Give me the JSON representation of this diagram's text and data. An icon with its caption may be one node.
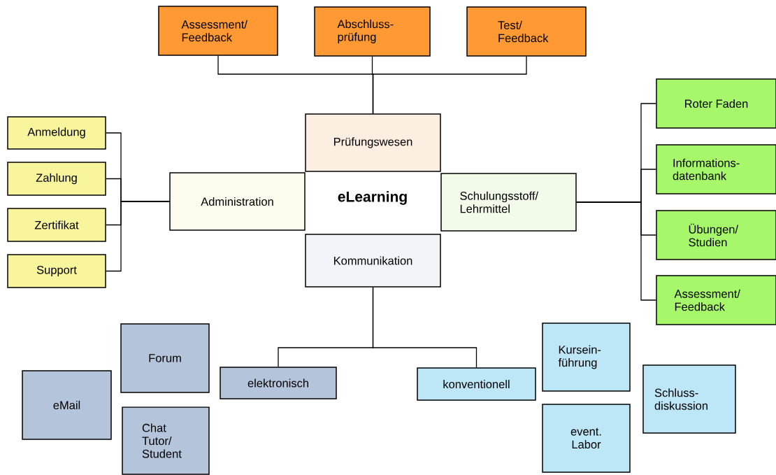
{
  "diagram": {
    "nodes": [
      {
        "text": [
          "Assessment/ Feedback"
        ]
      },
      {
        "text": [
          "Abschluss- prüfung"
        ]
      },
      {
        "text": [
          "Test/ Feedback"
        ]
      },
      {
        "text": [
          "Prüfungswesen"
        ]
      },
      {
        "text": [
          "Administration"
        ]
      },
      {
        "text": [
          "Schulungsstoff/ Lehrmittel"
        ]
      },
      {
        "text": [
          "Kommunikation"
        ]
      },
      {
        "text": [
          "Anmeldung"
        ]
      },
      {
        "text": [
          "Zahlung"
        ]
      },
      {
        "text": [
          "Zertifikat"
        ]
      },
      {
        "text": [
          "Support"
        ]
      },
      {
        "text": [
          "Roter Faden"
        ]
      },
      {
        "text": [
          "Informations- datenbank"
        ]
      },
      {
        "text": [
          "Übungen/ Studien"
        ]
      },
      {
        "text": [
          "Assessment/ Feedback"
        ]
      },
      {
        "text": [
          "elektronisch"
        ]
      },
      {
        "text": [
          "konventionell"
        ]
      },
      {
        "text": [
          "Forum"
        ]
      },
      {
        "text": [
          "eMail"
        ]
      },
      {
        "text": [
          "Chat Tutor/ Student"
        ]
      },
      {
        "text": [
          "Kursein- führung"
        ]
      },
      {
        "text": [
          "event. Labor"
        ]
      },
      {
        "text": [
          "Schluss- diskussion"
        ]
      }
    ],
    "edges": [
      {
        "from": 3,
        "to": 0,
        "arrow": "none"
      },
      {
        "from": 3,
        "to": 1,
        "arrow": "none"
      },
      {
        "from": 3,
        "to": 2,
        "arrow": "none"
      },
      {
        "from": 7,
        "to": 4,
        "arrow": "none"
      },
      {
        "from": 8,
        "to": 4,
        "arrow": "none"
      },
      {
        "from": 9,
        "to": 4,
        "arrow": "none"
      },
      {
        "from": 10,
        "to": 4,
        "arrow": "none"
      },
      {
        "from": 5,
        "to": 11,
        "arrow": "none"
      },
      {
        "from": 5,
        "to": 12,
        "arrow": "none"
      },
      {
        "from": 5,
        "to": 13,
        "arrow": "none"
      },
      {
        "from": 5,
        "to": 14,
        "arrow": "none"
      },
      {
        "from": 6,
        "to": 15,
        "arrow": "none"
      },
      {
        "from": 6,
        "to": 16,
        "arrow": "none"
      }
    ],
    "labels": [
      "eLearning"
    ]
  }
}
